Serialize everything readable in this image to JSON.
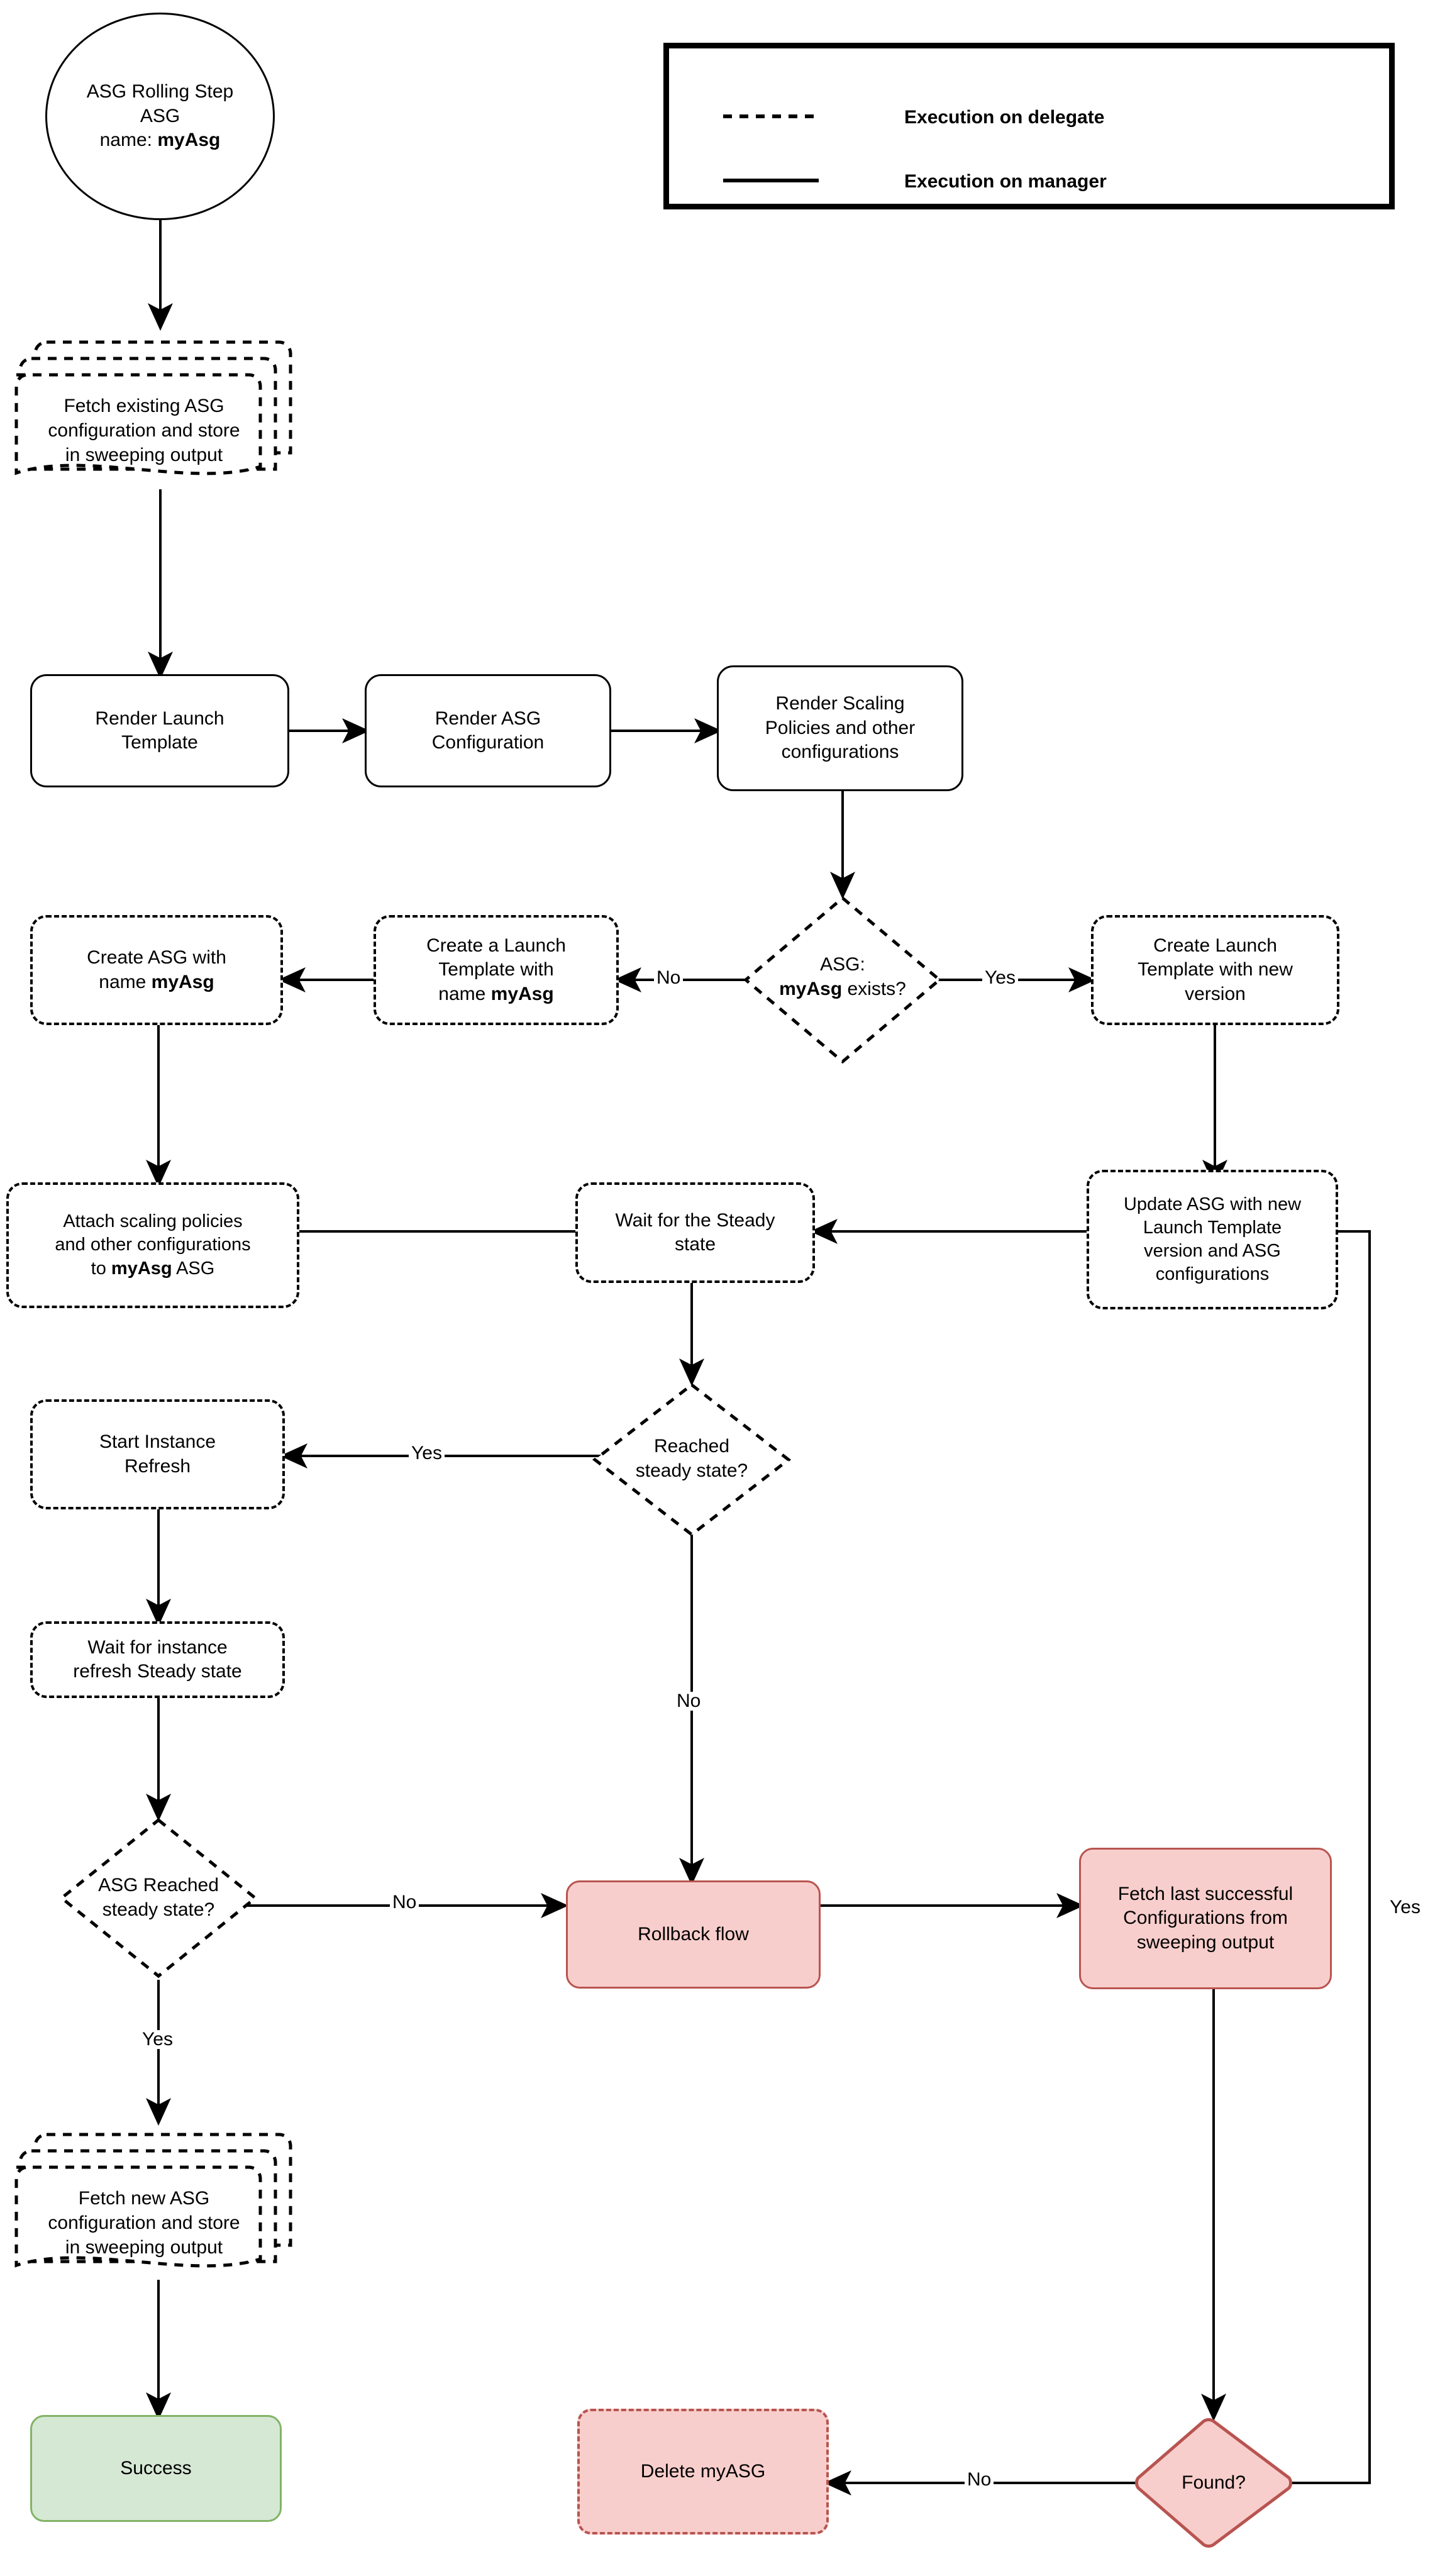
{
  "diagram": {
    "title": "ASG Rolling Step flowchart",
    "colors": {
      "red_fill": "#f8cecc",
      "red_stroke": "#b85450",
      "green_fill": "#d5e8d4",
      "green_stroke": "#82b366",
      "line": "#000000"
    }
  },
  "legend": {
    "items": [
      {
        "style": "dashed",
        "label": "Execution on delegate"
      },
      {
        "style": "solid",
        "label": "Execution on manager"
      }
    ]
  },
  "nodes": {
    "start": {
      "label": "ASG Rolling Step\nASG\nname: ",
      "bold": "myAsg",
      "shape": "ellipse",
      "line": "solid"
    },
    "fetch_existing": {
      "label": "Fetch existing ASG\nconfiguration and store\nin sweeping output",
      "shape": "multi-document",
      "line": "dashed"
    },
    "render_launch": {
      "label": "Render Launch\nTemplate",
      "shape": "rounded-rect",
      "line": "solid"
    },
    "render_asg": {
      "label": "Render ASG\nConfiguration",
      "shape": "rounded-rect",
      "line": "solid"
    },
    "render_scaling": {
      "label": "Render Scaling\nPolicies and other\nconfigurations",
      "shape": "rounded-rect",
      "line": "solid"
    },
    "asg_exists": {
      "label": "ASG:\nmyAsg exists?",
      "shape": "diamond",
      "line": "dashed"
    },
    "create_lt_name": {
      "label": "Create a Launch\nTemplate with\nname myAsg",
      "shape": "rounded-rect",
      "line": "dashed"
    },
    "create_asg_name": {
      "label": "Create ASG with\nname myAsg",
      "shape": "rounded-rect",
      "line": "dashed"
    },
    "create_lt_new": {
      "label": "Create Launch\nTemplate with new\nversion",
      "shape": "rounded-rect",
      "line": "dashed"
    },
    "attach_policies": {
      "label": "Attach scaling policies\nand other configurations\nto myAsg ASG",
      "shape": "rounded-rect",
      "line": "dashed"
    },
    "wait_steady": {
      "label": "Wait for the Steady\nstate",
      "shape": "rounded-rect",
      "line": "dashed"
    },
    "update_asg": {
      "label": "Update ASG with new\nLaunch Template\nversion and ASG\nconfigurations",
      "shape": "rounded-rect",
      "line": "dashed"
    },
    "reached_steady": {
      "label": "Reached\nsteady state?",
      "shape": "diamond",
      "line": "dashed"
    },
    "start_refresh": {
      "label": "Start Instance\nRefresh",
      "shape": "rounded-rect",
      "line": "dashed"
    },
    "wait_refresh": {
      "label": "Wait for instance\nrefresh Steady state",
      "shape": "rounded-rect",
      "line": "dashed"
    },
    "asg_reached": {
      "label": "ASG Reached\nsteady state?",
      "shape": "diamond",
      "line": "dashed"
    },
    "rollback_flow": {
      "label": "Rollback flow",
      "shape": "rounded-rect",
      "line": "solid",
      "fill": "red"
    },
    "fetch_last": {
      "label": "Fetch last successful\nConfigurations from\nsweeping output",
      "shape": "rounded-rect",
      "line": "solid",
      "fill": "red"
    },
    "fetch_new": {
      "label": "Fetch new ASG\nconfiguration and store\nin sweeping output",
      "shape": "multi-document",
      "line": "dashed"
    },
    "success": {
      "label": "Success",
      "shape": "rounded-rect",
      "line": "solid",
      "fill": "green"
    },
    "delete_myasg": {
      "label": "Delete myASG",
      "shape": "rounded-rect",
      "line": "dashed",
      "fill": "red"
    },
    "found": {
      "label": "Found?",
      "shape": "diamond",
      "line": "solid",
      "fill": "red"
    }
  },
  "edge_labels": {
    "asg_exists_no": "No",
    "asg_exists_yes": "Yes",
    "reached_steady_yes": "Yes",
    "reached_steady_no": "No",
    "asg_reached_no": "No",
    "asg_reached_yes": "Yes",
    "found_no": "No",
    "found_yes": "Yes"
  }
}
